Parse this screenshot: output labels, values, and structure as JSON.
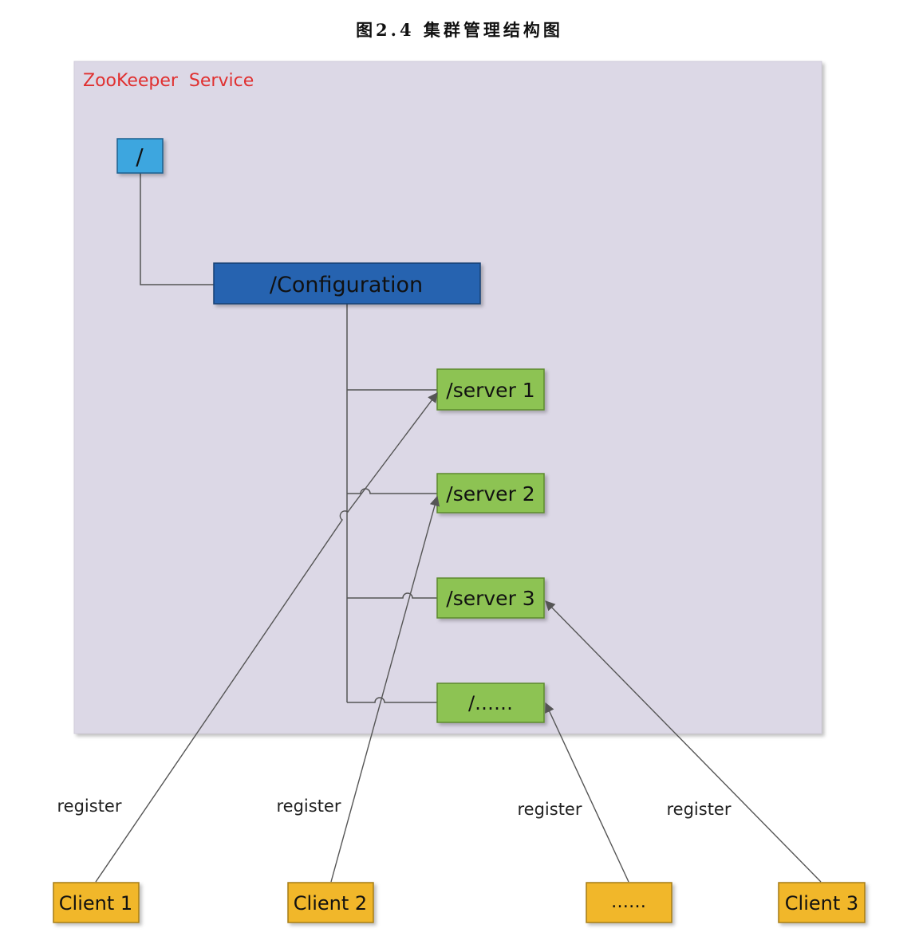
{
  "title": "图2.4 集群管理结构图",
  "service_label": "ZooKeeper  Service",
  "nodes": {
    "root": "/",
    "configuration": "/Configuration",
    "server1": "/server 1",
    "server2": "/server 2",
    "server3": "/server 3",
    "server_more": "/……"
  },
  "clients": {
    "client1": "Client 1",
    "client2": "Client 2",
    "client_more": "……",
    "client3": "Client 3"
  },
  "edge_labels": {
    "register1": "register",
    "register2": "register",
    "register3": "register",
    "register4": "register"
  },
  "colors": {
    "service_background": "#dcd8e6",
    "service_label": "#e03030",
    "root_node": "#3ea6df",
    "configuration_node": "#2563b0",
    "server_node": "#8dc353",
    "client_node": "#f1b72a",
    "lines": "#555555"
  }
}
